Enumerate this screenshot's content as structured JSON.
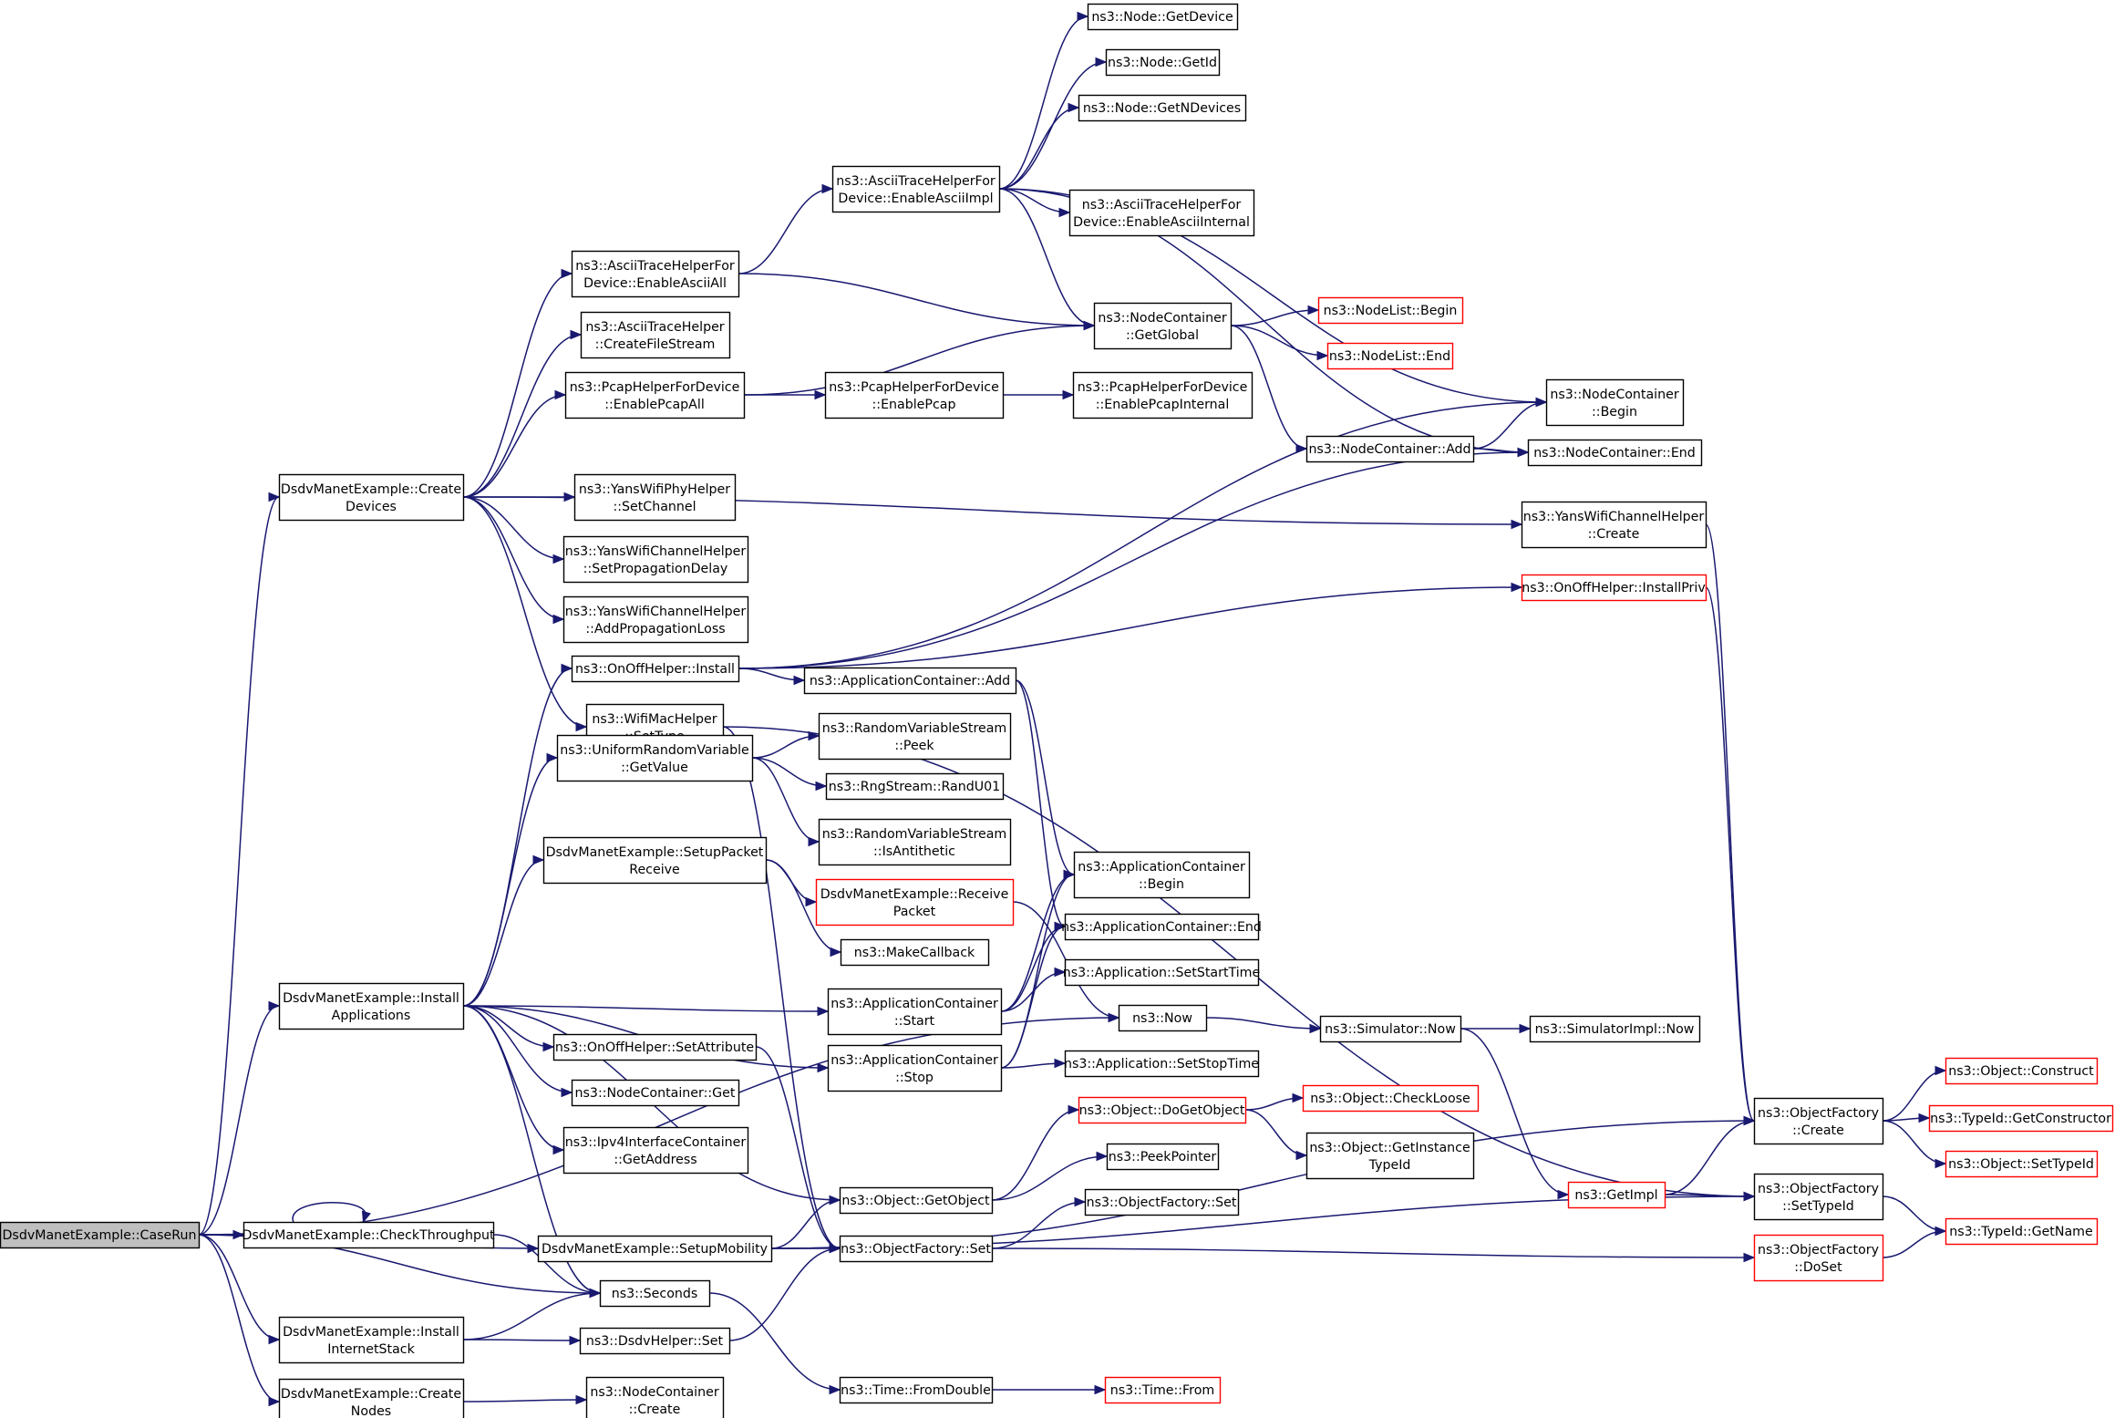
{
  "graph": {
    "nodes": [
      {
        "id": "caserun",
        "label": [
          "DsdvManetExample::CaseRun"
        ],
        "style": "root"
      },
      {
        "id": "createdevices",
        "label": [
          "DsdvManetExample::Create",
          "Devices"
        ]
      },
      {
        "id": "installapps",
        "label": [
          "DsdvManetExample::Install",
          "Applications"
        ]
      },
      {
        "id": "checkthroughput",
        "label": [
          "DsdvManetExample::CheckThroughput"
        ]
      },
      {
        "id": "setupmobility",
        "label": [
          "DsdvManetExample::SetupMobility"
        ]
      },
      {
        "id": "seconds",
        "label": [
          "ns3::Seconds"
        ]
      },
      {
        "id": "installinternet",
        "label": [
          "DsdvManetExample::Install",
          "InternetStack"
        ]
      },
      {
        "id": "createnodes",
        "label": [
          "DsdvManetExample::Create",
          "Nodes"
        ]
      },
      {
        "id": "asciiall",
        "label": [
          "ns3::AsciiTraceHelperFor",
          "Device::EnableAsciiAll"
        ]
      },
      {
        "id": "createfilestream",
        "label": [
          "ns3::AsciiTraceHelper",
          "::CreateFileStream"
        ]
      },
      {
        "id": "pcapall",
        "label": [
          "ns3::PcapHelperForDevice",
          "::EnablePcapAll"
        ]
      },
      {
        "id": "setchannel",
        "label": [
          "ns3::YansWifiPhyHelper",
          "::SetChannel"
        ]
      },
      {
        "id": "setpropdelay",
        "label": [
          "ns3::YansWifiChannelHelper",
          "::SetPropagationDelay"
        ]
      },
      {
        "id": "addproploss",
        "label": [
          "ns3::YansWifiChannelHelper",
          "::AddPropagationLoss"
        ]
      },
      {
        "id": "onoffinstall",
        "label": [
          "ns3::OnOffHelper::Install"
        ]
      },
      {
        "id": "wifisettype",
        "label": [
          "ns3::WifiMacHelper",
          "::SetType"
        ]
      },
      {
        "id": "urvgetvalue",
        "label": [
          "ns3::UniformRandomVariable",
          "::GetValue"
        ]
      },
      {
        "id": "setuppacket",
        "label": [
          "DsdvManetExample::SetupPacket",
          "Receive"
        ]
      },
      {
        "id": "onoffsetattr",
        "label": [
          "ns3::OnOffHelper::SetAttribute"
        ]
      },
      {
        "id": "nodecontget",
        "label": [
          "ns3::NodeContainer::Get"
        ]
      },
      {
        "id": "ipv4getaddr",
        "label": [
          "ns3::Ipv4InterfaceContainer",
          "::GetAddress"
        ]
      },
      {
        "id": "dsdvset",
        "label": [
          "ns3::DsdvHelper::Set"
        ]
      },
      {
        "id": "nodecontcreate",
        "label": [
          "ns3::NodeContainer",
          "::Create"
        ]
      },
      {
        "id": "asciiimpl",
        "label": [
          "ns3::AsciiTraceHelperFor",
          "Device::EnableAsciiImpl"
        ]
      },
      {
        "id": "pcapenable",
        "label": [
          "ns3::PcapHelperForDevice",
          "::EnablePcap"
        ]
      },
      {
        "id": "appcontadd",
        "label": [
          "ns3::ApplicationContainer::Add"
        ]
      },
      {
        "id": "rvspeek",
        "label": [
          "ns3::RandomVariableStream",
          "::Peek"
        ]
      },
      {
        "id": "randu01",
        "label": [
          "ns3::RngStream::RandU01"
        ]
      },
      {
        "id": "isantithetic",
        "label": [
          "ns3::RandomVariableStream",
          "::IsAntithetic"
        ]
      },
      {
        "id": "receivepacket",
        "label": [
          "DsdvManetExample::Receive",
          "Packet"
        ],
        "style": "trunc"
      },
      {
        "id": "makecallback",
        "label": [
          "ns3::MakeCallback"
        ]
      },
      {
        "id": "appcontstart",
        "label": [
          "ns3::ApplicationContainer",
          "::Start"
        ]
      },
      {
        "id": "appcontstop",
        "label": [
          "ns3::ApplicationContainer",
          "::Stop"
        ]
      },
      {
        "id": "objgetobject",
        "label": [
          "ns3::Object::GetObject"
        ]
      },
      {
        "id": "objfactset",
        "label": [
          "ns3::ObjectFactory::Set"
        ]
      },
      {
        "id": "timefromdouble",
        "label": [
          "ns3::Time::FromDouble"
        ]
      },
      {
        "id": "nodegetdevice",
        "label": [
          "ns3::Node::GetDevice"
        ]
      },
      {
        "id": "nodegetid",
        "label": [
          "ns3::Node::GetId"
        ]
      },
      {
        "id": "nodegetndev",
        "label": [
          "ns3::Node::GetNDevices"
        ]
      },
      {
        "id": "asciiinternal",
        "label": [
          "ns3::AsciiTraceHelperFor",
          "Device::EnableAsciiInternal"
        ]
      },
      {
        "id": "ncgetglobal",
        "label": [
          "ns3::NodeContainer",
          "::GetGlobal"
        ]
      },
      {
        "id": "pcapinternal",
        "label": [
          "ns3::PcapHelperForDevice",
          "::EnablePcapInternal"
        ]
      },
      {
        "id": "appcontbegin",
        "label": [
          "ns3::ApplicationContainer",
          "::Begin"
        ]
      },
      {
        "id": "appcontend",
        "label": [
          "ns3::ApplicationContainer::End"
        ]
      },
      {
        "id": "appsetstart",
        "label": [
          "ns3::Application::SetStartTime"
        ]
      },
      {
        "id": "ns3now",
        "label": [
          "ns3::Now"
        ]
      },
      {
        "id": "appsetstop",
        "label": [
          "ns3::Application::SetStopTime"
        ]
      },
      {
        "id": "dogetobject",
        "label": [
          "ns3::Object::DoGetObject"
        ],
        "style": "trunc"
      },
      {
        "id": "peekpointer",
        "label": [
          "ns3::PeekPointer"
        ]
      },
      {
        "id": "objfactset2",
        "label": [
          "ns3::ObjectFactory::Set"
        ]
      },
      {
        "id": "timefrom",
        "label": [
          "ns3::Time::From"
        ],
        "style": "trunc"
      },
      {
        "id": "nodelistbegin",
        "label": [
          "ns3::NodeList::Begin"
        ],
        "style": "trunc"
      },
      {
        "id": "nodelistend",
        "label": [
          "ns3::NodeList::End"
        ],
        "style": "trunc"
      },
      {
        "id": "ncadd",
        "label": [
          "ns3::NodeContainer::Add"
        ]
      },
      {
        "id": "simnow",
        "label": [
          "ns3::Simulator::Now"
        ]
      },
      {
        "id": "checkloose",
        "label": [
          "ns3::Object::CheckLoose"
        ],
        "style": "trunc"
      },
      {
        "id": "getinstancetypeid",
        "label": [
          "ns3::Object::GetInstance",
          "TypeId"
        ]
      },
      {
        "id": "ncbegin",
        "label": [
          "ns3::NodeContainer",
          "::Begin"
        ]
      },
      {
        "id": "ncend",
        "label": [
          "ns3::NodeContainer::End"
        ]
      },
      {
        "id": "ywchcreate",
        "label": [
          "ns3::YansWifiChannelHelper",
          "::Create"
        ]
      },
      {
        "id": "onoffinstallpriv",
        "label": [
          "ns3::OnOffHelper::InstallPriv"
        ],
        "style": "trunc"
      },
      {
        "id": "simimplnow",
        "label": [
          "ns3::SimulatorImpl::Now"
        ]
      },
      {
        "id": "getimpl",
        "label": [
          "ns3::GetImpl"
        ],
        "style": "trunc"
      },
      {
        "id": "ofcreate",
        "label": [
          "ns3::ObjectFactory",
          "::Create"
        ]
      },
      {
        "id": "ofsettypeid",
        "label": [
          "ns3::ObjectFactory",
          "::SetTypeId"
        ]
      },
      {
        "id": "ofdoset",
        "label": [
          "ns3::ObjectFactory",
          "::DoSet"
        ],
        "style": "trunc"
      },
      {
        "id": "objconstruct",
        "label": [
          "ns3::Object::Construct"
        ],
        "style": "trunc"
      },
      {
        "id": "typeidgetctor",
        "label": [
          "ns3::TypeId::GetConstructor"
        ],
        "style": "trunc"
      },
      {
        "id": "objsettypeid",
        "label": [
          "ns3::Object::SetTypeId"
        ],
        "style": "trunc"
      },
      {
        "id": "typeidgetname",
        "label": [
          "ns3::TypeId::GetName"
        ],
        "style": "trunc"
      }
    ],
    "edges": [
      [
        "caserun",
        "createdevices"
      ],
      [
        "caserun",
        "installapps"
      ],
      [
        "caserun",
        "checkthroughput"
      ],
      [
        "caserun",
        "setupmobility"
      ],
      [
        "caserun",
        "seconds"
      ],
      [
        "caserun",
        "installinternet"
      ],
      [
        "caserun",
        "createnodes"
      ],
      [
        "caserun",
        "ns3now"
      ],
      [
        "createdevices",
        "asciiall"
      ],
      [
        "createdevices",
        "createfilestream"
      ],
      [
        "createdevices",
        "pcapall"
      ],
      [
        "createdevices",
        "setchannel"
      ],
      [
        "createdevices",
        "setpropdelay"
      ],
      [
        "createdevices",
        "addproploss"
      ],
      [
        "createdevices",
        "wifisettype"
      ],
      [
        "createdevices",
        "ywchcreate"
      ],
      [
        "asciiall",
        "asciiimpl"
      ],
      [
        "asciiall",
        "ncgetglobal"
      ],
      [
        "asciiimpl",
        "nodegetdevice"
      ],
      [
        "asciiimpl",
        "nodegetid"
      ],
      [
        "asciiimpl",
        "nodegetndev"
      ],
      [
        "asciiimpl",
        "asciiinternal"
      ],
      [
        "asciiimpl",
        "ncgetglobal"
      ],
      [
        "asciiimpl",
        "ncbegin"
      ],
      [
        "asciiimpl",
        "ncend"
      ],
      [
        "pcapall",
        "pcapenable"
      ],
      [
        "pcapall",
        "ncgetglobal"
      ],
      [
        "pcapenable",
        "pcapinternal"
      ],
      [
        "ncgetglobal",
        "nodelistbegin"
      ],
      [
        "ncgetglobal",
        "nodelistend"
      ],
      [
        "ncgetglobal",
        "ncadd"
      ],
      [
        "ncadd",
        "ncbegin"
      ],
      [
        "ncadd",
        "ncend"
      ],
      [
        "installapps",
        "onoffinstall"
      ],
      [
        "installapps",
        "urvgetvalue"
      ],
      [
        "installapps",
        "setuppacket"
      ],
      [
        "installapps",
        "appcontstart"
      ],
      [
        "installapps",
        "appcontstop"
      ],
      [
        "installapps",
        "onoffsetattr"
      ],
      [
        "installapps",
        "nodecontget"
      ],
      [
        "installapps",
        "ipv4getaddr"
      ],
      [
        "installapps",
        "objgetobject"
      ],
      [
        "installapps",
        "seconds"
      ],
      [
        "onoffinstall",
        "appcontadd"
      ],
      [
        "onoffinstall",
        "onoffinstallpriv"
      ],
      [
        "onoffinstall",
        "ncbegin"
      ],
      [
        "onoffinstall",
        "ncend"
      ],
      [
        "onoffinstallpriv",
        "ofcreate"
      ],
      [
        "wifisettype",
        "ofsettypeid"
      ],
      [
        "wifisettype",
        "objfactset"
      ],
      [
        "urvgetvalue",
        "rvspeek"
      ],
      [
        "urvgetvalue",
        "randu01"
      ],
      [
        "urvgetvalue",
        "isantithetic"
      ],
      [
        "setuppacket",
        "receivepacket"
      ],
      [
        "setuppacket",
        "makecallback"
      ],
      [
        "receivepacket",
        "ns3now"
      ],
      [
        "appcontadd",
        "appcontbegin"
      ],
      [
        "appcontadd",
        "appcontend"
      ],
      [
        "appcontstart",
        "appcontbegin"
      ],
      [
        "appcontstart",
        "appcontend"
      ],
      [
        "appcontstart",
        "appsetstart"
      ],
      [
        "appcontstop",
        "appcontbegin"
      ],
      [
        "appcontstop",
        "appcontend"
      ],
      [
        "appcontstop",
        "appsetstop"
      ],
      [
        "onoffsetattr",
        "objfactset"
      ],
      [
        "checkthroughput",
        "checkthroughput"
      ],
      [
        "checkthroughput",
        "seconds"
      ],
      [
        "setupmobility",
        "objgetobject"
      ],
      [
        "setupmobility",
        "objfactset"
      ],
      [
        "setupmobility",
        "ofcreate"
      ],
      [
        "setupmobility",
        "ofsettypeid"
      ],
      [
        "objgetobject",
        "dogetobject"
      ],
      [
        "objgetobject",
        "peekpointer"
      ],
      [
        "dogetobject",
        "checkloose"
      ],
      [
        "dogetobject",
        "getinstancetypeid"
      ],
      [
        "objfactset",
        "objfactset2"
      ],
      [
        "objfactset",
        "ofdoset"
      ],
      [
        "ns3now",
        "simnow"
      ],
      [
        "simnow",
        "simimplnow"
      ],
      [
        "simnow",
        "getimpl"
      ],
      [
        "getimpl",
        "ofcreate"
      ],
      [
        "getimpl",
        "ofsettypeid"
      ],
      [
        "ywchcreate",
        "ofcreate"
      ],
      [
        "ofcreate",
        "objconstruct"
      ],
      [
        "ofcreate",
        "typeidgetctor"
      ],
      [
        "ofcreate",
        "objsettypeid"
      ],
      [
        "ofsettypeid",
        "typeidgetname"
      ],
      [
        "ofdoset",
        "typeidgetname"
      ],
      [
        "seconds",
        "timefromdouble"
      ],
      [
        "timefromdouble",
        "timefrom"
      ],
      [
        "installinternet",
        "seconds"
      ],
      [
        "installinternet",
        "dsdvset"
      ],
      [
        "dsdvset",
        "objfactset"
      ],
      [
        "createnodes",
        "nodecontcreate"
      ]
    ]
  }
}
